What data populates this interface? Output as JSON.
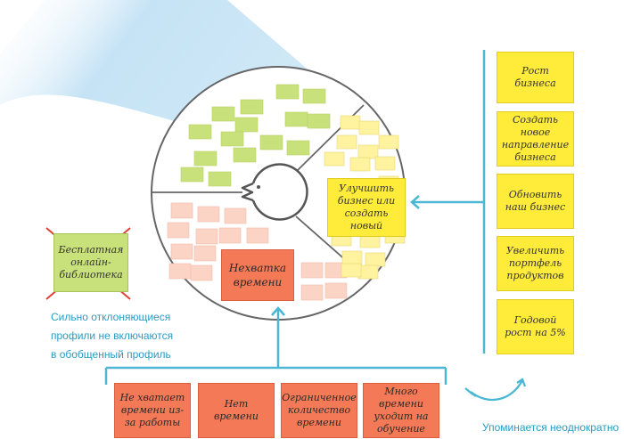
{
  "colors": {
    "line": "#4ab8d4",
    "caption": "#2a9cc4",
    "sticky_yellow": "#ffec3a",
    "sticky_orange": "#f47a57",
    "sticky_green": "#c9e17a",
    "faint_pink": "#fcd4c6",
    "faint_yellow": "#fff3a0",
    "beam": "#bfe0f4"
  },
  "right_notes": [
    "Рост бизнеса",
    "Создать новое направление бизнеса",
    "Обновить наш бизнес",
    "Увеличить портфель продуктов",
    "Годовой рост на 5%"
  ],
  "bottom_notes": [
    "Не хватает времени из-за работы",
    "Нет времени",
    "Ограниченное количество времени",
    "Много времени уходит на обучение"
  ],
  "circle_notes": {
    "yellow": "Улучшить бизнес или создать новый",
    "orange": "Нехватка времени"
  },
  "crossed_note": "Бесплатная онлайн-библиотека",
  "excluded_caption": [
    "Сильно отклоняющиеся",
    "профили не включаются",
    "в обобщенный профиль"
  ],
  "repeat_caption": "Упоминается неоднократно"
}
